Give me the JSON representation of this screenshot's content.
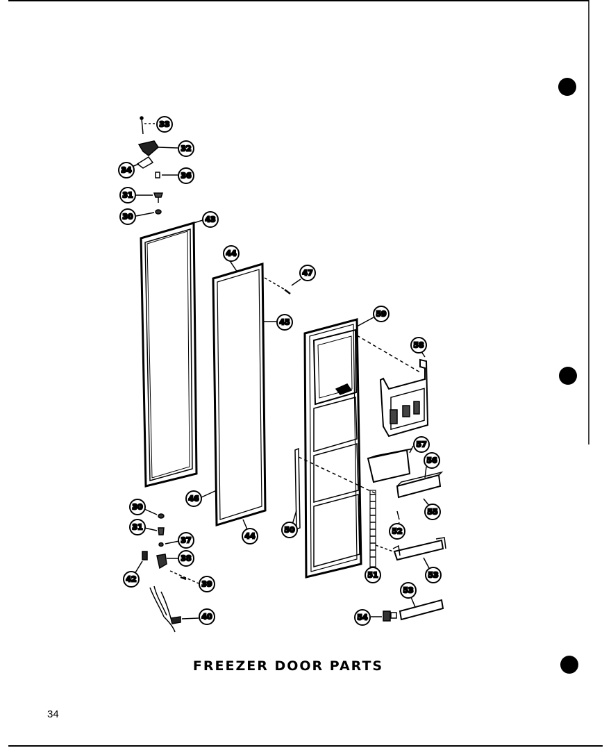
{
  "diagram": {
    "title": "FREEZER DOOR PARTS",
    "page_number": "34",
    "callouts": [
      "33",
      "32",
      "34",
      "36",
      "31",
      "30",
      "43",
      "44",
      "47",
      "45",
      "59",
      "58",
      "57",
      "56",
      "55",
      "46",
      "44",
      "50",
      "52",
      "51",
      "53",
      "53",
      "54",
      "30",
      "31",
      "37",
      "38",
      "42",
      "39",
      "40"
    ]
  }
}
